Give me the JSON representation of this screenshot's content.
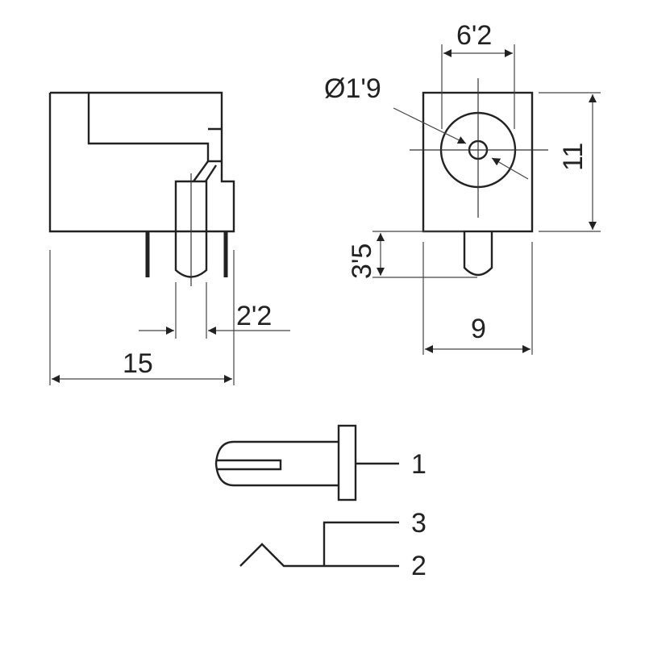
{
  "side_view": {
    "width_dim": "15",
    "pin_gap_dim": "2'2"
  },
  "front_view": {
    "hole_dia_dim": "Ø1'9",
    "top_dim": "6'2",
    "height_dim": "11",
    "pin_len_dim": "3'5",
    "width_dim": "9"
  },
  "schematic": {
    "pin1": "1",
    "pin3": "3",
    "pin2": "2"
  }
}
